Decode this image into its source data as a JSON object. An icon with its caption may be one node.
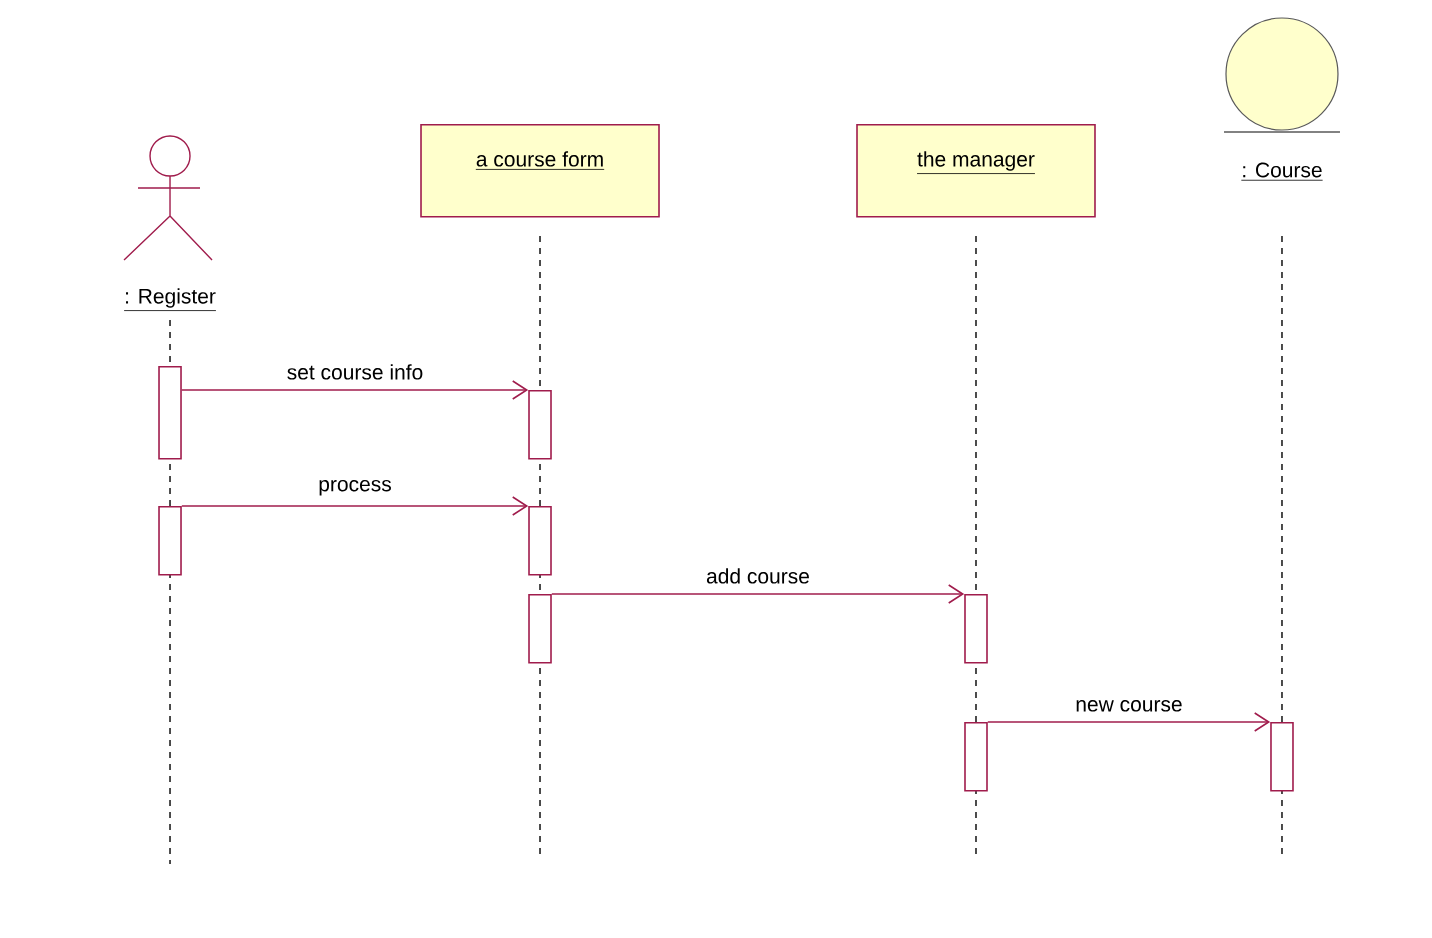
{
  "diagram": {
    "nodes": [
      {
        "text": [
          ": Register"
        ]
      },
      {
        "text": [
          "a course form"
        ]
      },
      {
        "text": [
          "the manager"
        ]
      },
      {
        "text": [
          ": Course"
        ]
      },
      {
        "text": [],
        "shape": "bar"
      },
      {
        "text": [],
        "shape": "bar"
      },
      {
        "text": [],
        "shape": "bar"
      },
      {
        "text": [],
        "shape": "bar"
      },
      {
        "text": [],
        "shape": "bar"
      },
      {
        "text": [],
        "shape": "bar"
      },
      {
        "text": [],
        "shape": "bar"
      },
      {
        "text": [],
        "shape": "bar"
      }
    ],
    "edges": [
      {
        "from": 4,
        "to": 5,
        "arrow": "to",
        "label": "set course info"
      },
      {
        "from": 6,
        "to": 7,
        "arrow": "to",
        "label": "process"
      },
      {
        "from": 8,
        "to": 9,
        "arrow": "to",
        "label": "add course"
      },
      {
        "from": 10,
        "to": 11,
        "arrow": "to",
        "label": "new course"
      }
    ]
  }
}
